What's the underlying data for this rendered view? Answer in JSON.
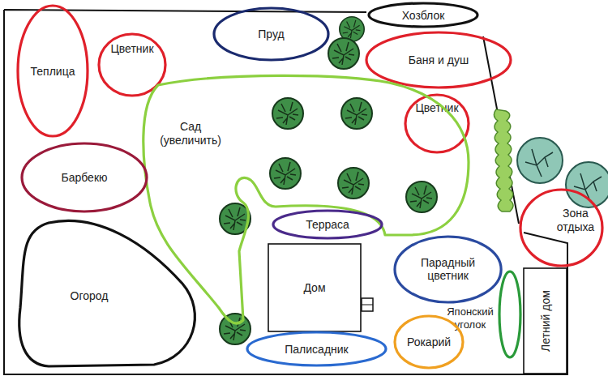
{
  "diagram": {
    "nodes": [
      {
        "text": [
          "Теплица"
        ]
      },
      {
        "text": [
          "Цветник"
        ]
      },
      {
        "text": [
          "Пруд"
        ]
      },
      {
        "text": [
          "Хозблок"
        ]
      },
      {
        "text": [
          "Баня и душ"
        ]
      },
      {
        "text": [
          "Цветник"
        ]
      },
      {
        "text": [
          "Сад (увеличить)"
        ]
      },
      {
        "text": [
          "Барбекю"
        ]
      },
      {
        "text": [
          "Терраса"
        ]
      },
      {
        "text": [
          "Зона отдыха"
        ]
      },
      {
        "text": [
          "Огород"
        ]
      },
      {
        "text": [
          "Дом"
        ]
      },
      {
        "text": [
          "Парадный цветник"
        ]
      },
      {
        "text": [
          "Японский уголок"
        ]
      },
      {
        "text": [
          "Рокарий"
        ]
      },
      {
        "text": [
          "Летний дом"
        ]
      },
      {
        "text": [
          "Палисадник"
        ]
      }
    ]
  }
}
